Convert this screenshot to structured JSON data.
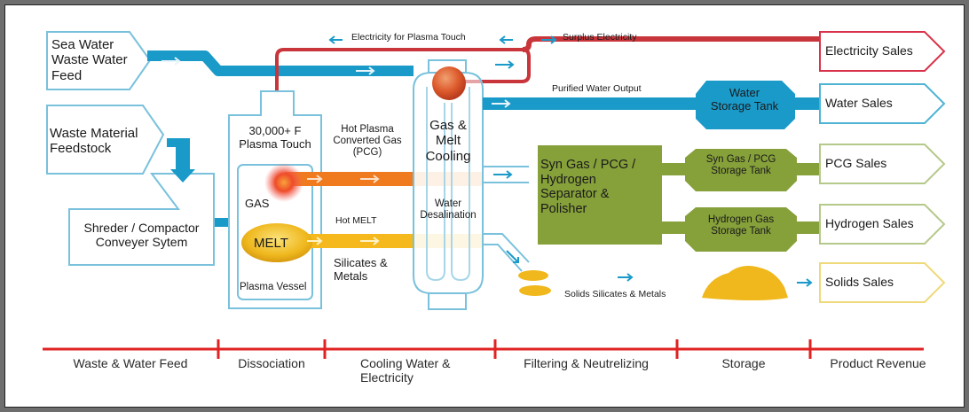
{
  "diagram": {
    "inputs": {
      "sea_water_feed": [
        "Sea Water",
        "Waste Water",
        "Feed"
      ],
      "waste_feedstock": [
        "Waste Material",
        "Feedstock"
      ],
      "shredder": [
        "Shreder / Compactor",
        "Conveyer Sytem"
      ]
    },
    "plasma_vessel": {
      "torch_label": [
        "30,000+ F",
        "Plasma Touch"
      ],
      "gas_label": "GAS",
      "melt_label": "MELT",
      "vessel_label": "Plasma Vessel"
    },
    "flows": {
      "electricity_for_torch": "Electricity for Plasma Touch",
      "surplus_electricity": "Surplus Electricity",
      "purified_water": "Purified Water Output",
      "hot_plasma_gas": [
        "Hot Plasma",
        "Converted Gas",
        "(PCG)"
      ],
      "hot_melt": "Hot MELT",
      "silicates_metals": [
        "Silicates &",
        "Metals"
      ],
      "solids": "Solids Silicates & Metals"
    },
    "cooling": {
      "title": [
        "Gas &",
        "Melt",
        "Cooling"
      ],
      "desalination": [
        "Water",
        "Desalination"
      ]
    },
    "separator": [
      "Syn Gas / PCG /",
      "Hydrogen",
      "Separator &",
      "Polisher"
    ],
    "tanks": {
      "water": [
        "Water",
        "Storage Tank"
      ],
      "syngas": [
        "Syn Gas / PCG",
        "Storage Tank"
      ],
      "hydrogen": [
        "Hydrogen Gas",
        "Storage Tank"
      ]
    },
    "outputs": [
      {
        "label": "Electricity Sales",
        "color": "#d8334a"
      },
      {
        "label": "Water Sales",
        "color": "#4fb3d3"
      },
      {
        "label": "PCG Sales",
        "color": "#b5c98a"
      },
      {
        "label": "Hydrogen Sales",
        "color": "#b5c98a"
      },
      {
        "label": "Solids Sales",
        "color": "#efd97a"
      }
    ],
    "stages": [
      "Waste & Water Feed",
      "Dissociation",
      [
        "Cooling Water &",
        "Electricity"
      ],
      "Filtering & Neutrelizing",
      "Storage",
      "Product Revenue"
    ]
  },
  "colors": {
    "water": "#1a9ac9",
    "electricity": "#c8353a",
    "gas": "#f07a1e",
    "melt": "#f5b91d",
    "green": "#86a03a",
    "outline": "#79c1dc",
    "timeline": "#e02222"
  }
}
